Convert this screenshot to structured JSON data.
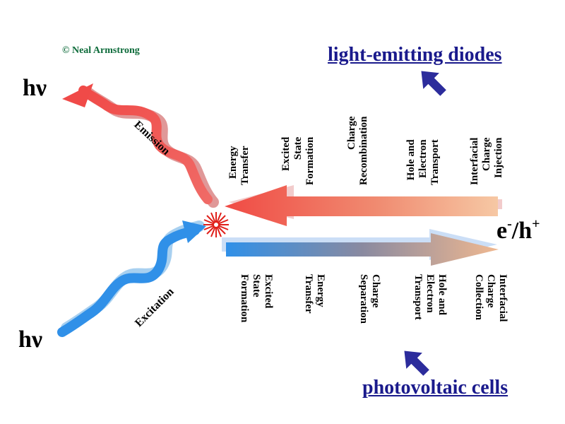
{
  "copyright": "© Neal Armstrong",
  "photon_top": "hν",
  "photon_bottom": "hν",
  "led_title": "light-emitting diodes",
  "pv_title": "photovoltaic cells",
  "carrier": {
    "e": "e",
    "minus": "-",
    "slash": "/h",
    "plus": "+"
  },
  "emission_label": "Emission",
  "excitation_label": "Excitation",
  "led_steps": [
    "Energy\nTransfer",
    "Excited\nState\nFormation",
    "Charge\nRecombination",
    "Hole and\nElectron\nTransport",
    "Interfacial\nCharge\nInjection"
  ],
  "pv_steps": [
    "Excited\nState\nFormation",
    "Energy\nTransfer",
    "Charge\nSeparation",
    "Hole and\nElectron\nTransport",
    "Interfacial\nCharge\nCollection"
  ],
  "colors": {
    "led_arrow": "#f0564e",
    "pv_arrow": "#3a8fe0",
    "emission_wave": "#f05a58",
    "excitation_wave": "#3090e8",
    "title_blue": "#1a1a8c",
    "pointer": "#2c2c9c",
    "burst": "#e0201a"
  },
  "icons": {
    "led_pointer": "down-left-arrow",
    "pv_pointer": "up-left-arrow",
    "center": "starburst"
  }
}
